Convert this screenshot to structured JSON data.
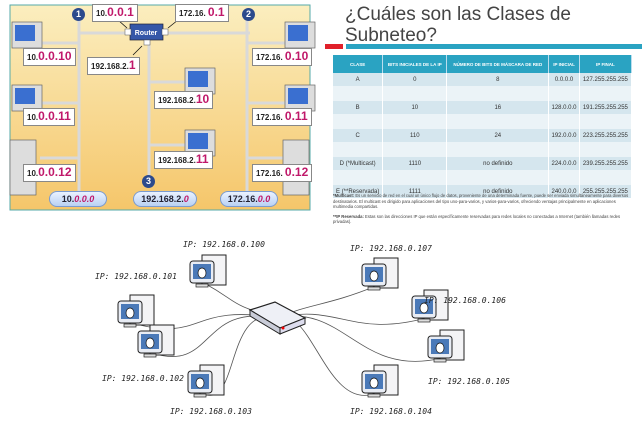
{
  "routed_diagram": {
    "router_label": "Router",
    "segment_numbers": [
      "1",
      "2",
      "3"
    ],
    "router_ports": [
      {
        "prefix": "10.",
        "suffix": "0.0.1"
      },
      {
        "prefix": "172.16. ",
        "suffix": "0.1"
      },
      {
        "prefix": "192.168.2.",
        "suffix": "1"
      }
    ],
    "hosts_left": [
      {
        "prefix": "10.",
        "suffix": "0.0.10"
      },
      {
        "prefix": "10.",
        "suffix": "0.0.11"
      },
      {
        "prefix": "10.",
        "suffix": "0.0.12"
      }
    ],
    "hosts_middle": [
      {
        "prefix": "192.168.2.",
        "suffix": "10"
      },
      {
        "prefix": "192.168.2.",
        "suffix": "11"
      }
    ],
    "hosts_right": [
      {
        "prefix": "172.16. ",
        "suffix": "0.10"
      },
      {
        "prefix": "172.16. ",
        "suffix": "0.11"
      },
      {
        "prefix": "172.16. ",
        "suffix": "0.12"
      }
    ],
    "networks": [
      {
        "prefix": "10.",
        "suffix": "0.0.0"
      },
      {
        "prefix": "192.168.2.",
        "suffix": "0"
      },
      {
        "prefix": "172.16.",
        "suffix": "0.0"
      }
    ]
  },
  "slide": {
    "title": "¿Cuáles son las Clases de Subneteo?",
    "headers": [
      "CLASE",
      "BITS INICIALES DE LA IP",
      "NÚMERO DE BITS DE MÁSCARA DE RED",
      "IP INICIAL",
      "IP FINAL"
    ],
    "rows": [
      [
        "A",
        "0",
        "8",
        "0.0.0.0",
        "127.255.255.255"
      ],
      [
        "B",
        "10",
        "16",
        "128.0.0.0",
        "191.255.255.255"
      ],
      [
        "C",
        "110",
        "24",
        "192.0.0.0",
        "223.255.255.255"
      ],
      [
        "D (*Multicast)",
        "1110",
        "no definido",
        "224.0.0.0",
        "239.255.255.255"
      ],
      [
        "E (**Reservada)",
        "1111",
        "no definido",
        "240.0.0.0",
        "255.255.255.255"
      ]
    ],
    "note1_term": "*Multicast:",
    "note1": " Es un servicio de red en el cual un único flujo de datos, proveniente de una determinada fuente, puede ser enviada simultáneamente para diversos destinatarios. El multicast es dirigido para aplicaciones del tipo uno-para-varios, y varios-para-varios, ofreciendo ventajas principalmente en aplicaciones multimedia compartidas.",
    "note2_term": "**IP Reservada:",
    "note2": " Estas son las direcciones IP que están específicamente reservadas para redes locales no conectadas a Internet (también llamadas redes privadas)."
  },
  "star_network": {
    "hosts": [
      "IP: 192.168.0.100",
      "IP: 192.168.0.101",
      "IP: 192.168.0.102",
      "IP: 192.168.0.103",
      "IP: 192.168.0.104",
      "IP: 192.168.0.105",
      "IP: 192.168.0.106",
      "IP: 192.168.0.107"
    ]
  },
  "colors": {
    "accent_teal": "#2aa3c2",
    "accent_red": "#e0202a",
    "ip_highlight": "#c0186a",
    "panel_yellow": "#f7dc8a"
  }
}
